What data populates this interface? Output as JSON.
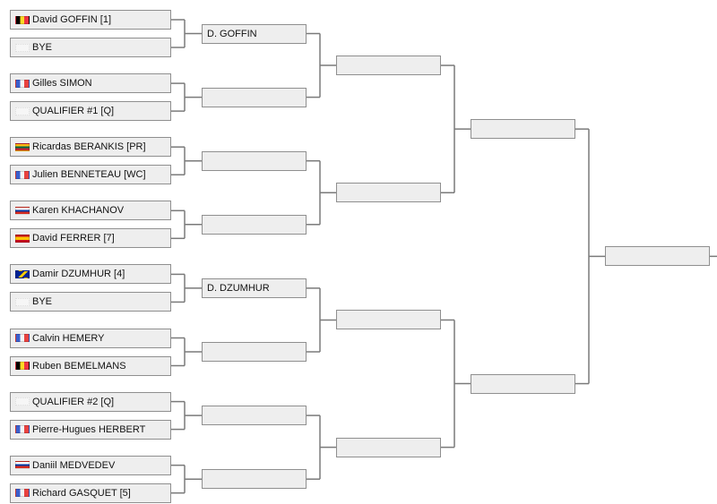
{
  "rounds": [
    [
      {
        "name": "David GOFFIN [1]",
        "flag": "belgium"
      },
      {
        "name": "BYE",
        "flag": "none"
      },
      {
        "name": "Gilles SIMON",
        "flag": "france"
      },
      {
        "name": "QUALIFIER #1 [Q]",
        "flag": "none"
      },
      {
        "name": "Ricardas BERANKIS [PR]",
        "flag": "lithuania"
      },
      {
        "name": "Julien BENNETEAU [WC]",
        "flag": "france"
      },
      {
        "name": "Karen KHACHANOV",
        "flag": "russia"
      },
      {
        "name": "David FERRER [7]",
        "flag": "spain"
      },
      {
        "name": "Damir DZUMHUR [4]",
        "flag": "bosnia"
      },
      {
        "name": "BYE",
        "flag": "none"
      },
      {
        "name": "Calvin HEMERY",
        "flag": "france"
      },
      {
        "name": "Ruben BEMELMANS",
        "flag": "belgium"
      },
      {
        "name": "QUALIFIER #2 [Q]",
        "flag": "none"
      },
      {
        "name": "Pierre-Hugues HERBERT",
        "flag": "france"
      },
      {
        "name": "Daniil MEDVEDEV",
        "flag": "russia"
      },
      {
        "name": "Richard GASQUET [5]",
        "flag": "france"
      }
    ],
    [
      {
        "name": "D. GOFFIN"
      },
      {
        "name": ""
      },
      {
        "name": ""
      },
      {
        "name": ""
      },
      {
        "name": "D. DZUMHUR"
      },
      {
        "name": ""
      },
      {
        "name": ""
      },
      {
        "name": ""
      }
    ],
    [
      {
        "name": ""
      },
      {
        "name": ""
      },
      {
        "name": ""
      },
      {
        "name": ""
      }
    ],
    [
      {
        "name": ""
      },
      {
        "name": ""
      }
    ],
    [
      {
        "name": ""
      }
    ]
  ],
  "colors": {
    "slot_fill": "#eeeeee",
    "slot_border": "#8f8f8f",
    "connector": "#7a7a7a",
    "belgium": [
      "#000000",
      "#fdda24",
      "#ef3340"
    ],
    "france": [
      "#3a5fcd",
      "#f4f4f4",
      "#e8423f"
    ],
    "lithuania": [
      "#fdb913",
      "#006a44",
      "#c1272d"
    ],
    "russia": [
      "#ffffff",
      "#0039a6",
      "#d52b1e"
    ],
    "spain": [
      "#c60b1e",
      "#ffc400",
      "#c60b1e"
    ],
    "bosnia": [
      "#002395",
      "#fecb00",
      "#002395"
    ]
  }
}
